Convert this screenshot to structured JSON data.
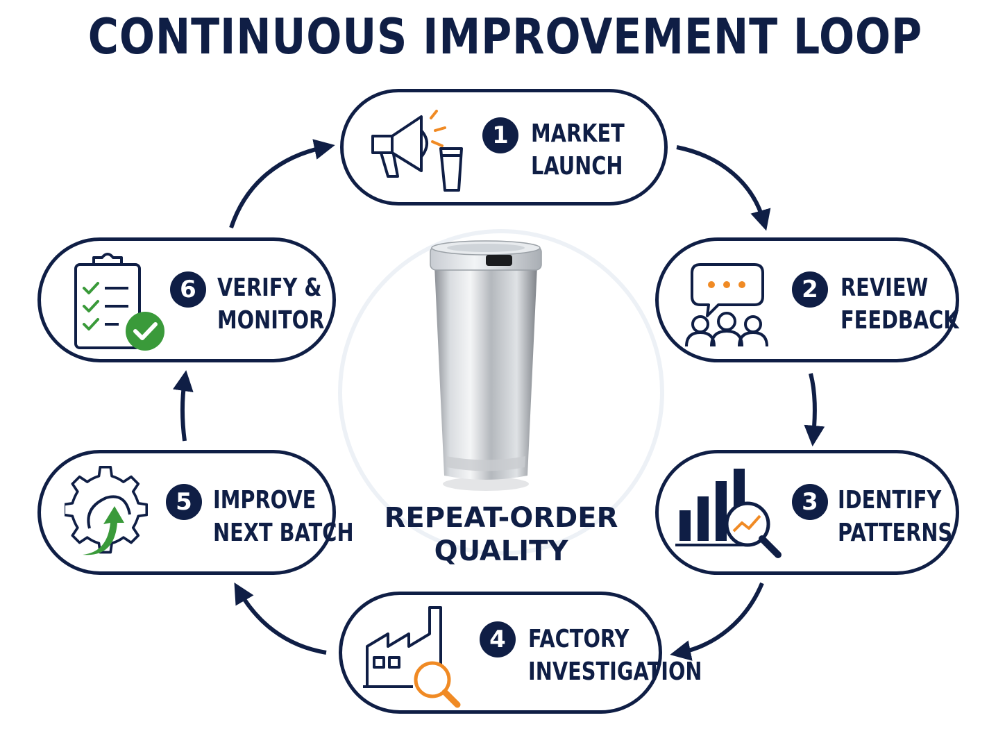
{
  "title": "CONTINUOUS IMPROVEMENT LOOP",
  "center": {
    "line1": "REPEAT-ORDER",
    "line2": "QUALITY"
  },
  "steps": [
    {
      "num": "1",
      "line1": "MARKET",
      "line2": "LAUNCH",
      "icon": "megaphone-icon"
    },
    {
      "num": "2",
      "line1": "REVIEW",
      "line2": "FEEDBACK",
      "icon": "feedback-chat-icon"
    },
    {
      "num": "3",
      "line1": "IDENTIFY",
      "line2": "PATTERNS",
      "icon": "chart-magnifier-icon"
    },
    {
      "num": "4",
      "line1": "FACTORY",
      "line2": "INVESTIGATION",
      "icon": "factory-magnifier-icon"
    },
    {
      "num": "5",
      "line1": "IMPROVE",
      "line2": "NEXT BATCH",
      "icon": "gear-arrow-icon"
    },
    {
      "num": "6",
      "line1": "VERIFY &",
      "line2": "MONITOR",
      "icon": "checklist-icon"
    }
  ],
  "colors": {
    "navy": "#0f1e45",
    "orange": "#f08a24",
    "green": "#3a9a3a"
  }
}
